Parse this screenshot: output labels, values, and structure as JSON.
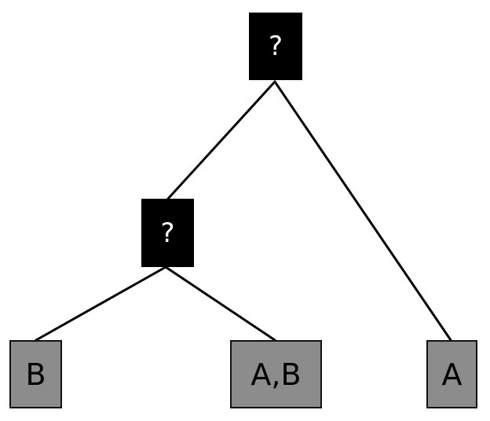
{
  "nodes": {
    "root": {
      "label": "?"
    },
    "internal": {
      "label": "?"
    },
    "leaf_b": {
      "label": "B"
    },
    "leaf_ab": {
      "label": "A,B"
    },
    "leaf_a": {
      "label": "A"
    }
  },
  "colors": {
    "unknown_fill": "#000000",
    "unknown_text": "#ffffff",
    "leaf_fill": "#8c8c8c",
    "edge": "#000000"
  }
}
